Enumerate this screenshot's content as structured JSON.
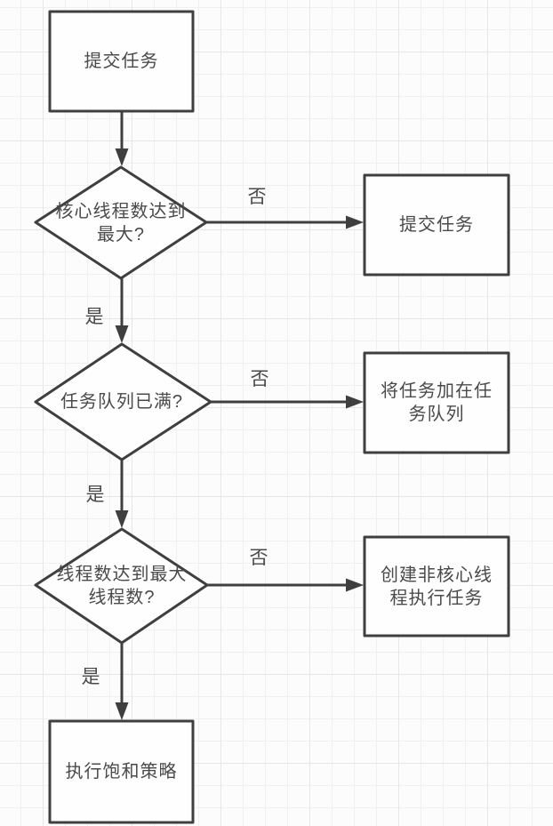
{
  "diagram": {
    "type": "flowchart",
    "nodes": {
      "start": {
        "shape": "process",
        "lines": [
          "提交任务"
        ]
      },
      "decision_core_threads": {
        "shape": "decision",
        "lines": [
          "核心线程数达到",
          "最大?"
        ]
      },
      "submit_direct": {
        "shape": "process",
        "lines": [
          "提交任务"
        ]
      },
      "decision_queue_full": {
        "shape": "decision",
        "lines": [
          "任务队列已满?"
        ]
      },
      "enqueue_task": {
        "shape": "process",
        "lines": [
          "将任务加在任",
          "务队列"
        ]
      },
      "decision_max_threads": {
        "shape": "decision",
        "lines": [
          "线程数达到最大",
          "线程数?"
        ]
      },
      "create_noncore_thread": {
        "shape": "process",
        "lines": [
          "创建非核心线",
          "程执行任务"
        ]
      },
      "saturation_policy": {
        "shape": "process",
        "lines": [
          "执行饱和策略"
        ]
      }
    },
    "edge_labels": {
      "no": "否",
      "yes": "是"
    },
    "colors": {
      "stroke": "#3f3f3f",
      "node_fill": "#fefefe",
      "text": "#4a4a4a",
      "background": "#fcfcfc",
      "grid_minor": "#f0f0f2",
      "grid_major": "#e6e6e9"
    }
  }
}
